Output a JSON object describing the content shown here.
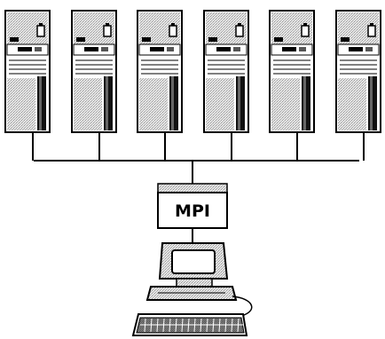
{
  "diagram": {
    "bus_label": "MPI",
    "node_count": 6,
    "nodes": [
      {
        "id": 1,
        "kind": "plc-rack"
      },
      {
        "id": 2,
        "kind": "plc-rack"
      },
      {
        "id": 3,
        "kind": "plc-rack"
      },
      {
        "id": 4,
        "kind": "plc-rack"
      },
      {
        "id": 5,
        "kind": "plc-rack"
      },
      {
        "id": 6,
        "kind": "plc-rack"
      }
    ],
    "terminal": {
      "kind": "pc-workstation",
      "parts": [
        "monitor-icon",
        "computer-base-icon",
        "keyboard-icon"
      ]
    },
    "colors": {
      "line": "#000000",
      "shade": "#bdbdbd",
      "background": "#ffffff"
    }
  }
}
